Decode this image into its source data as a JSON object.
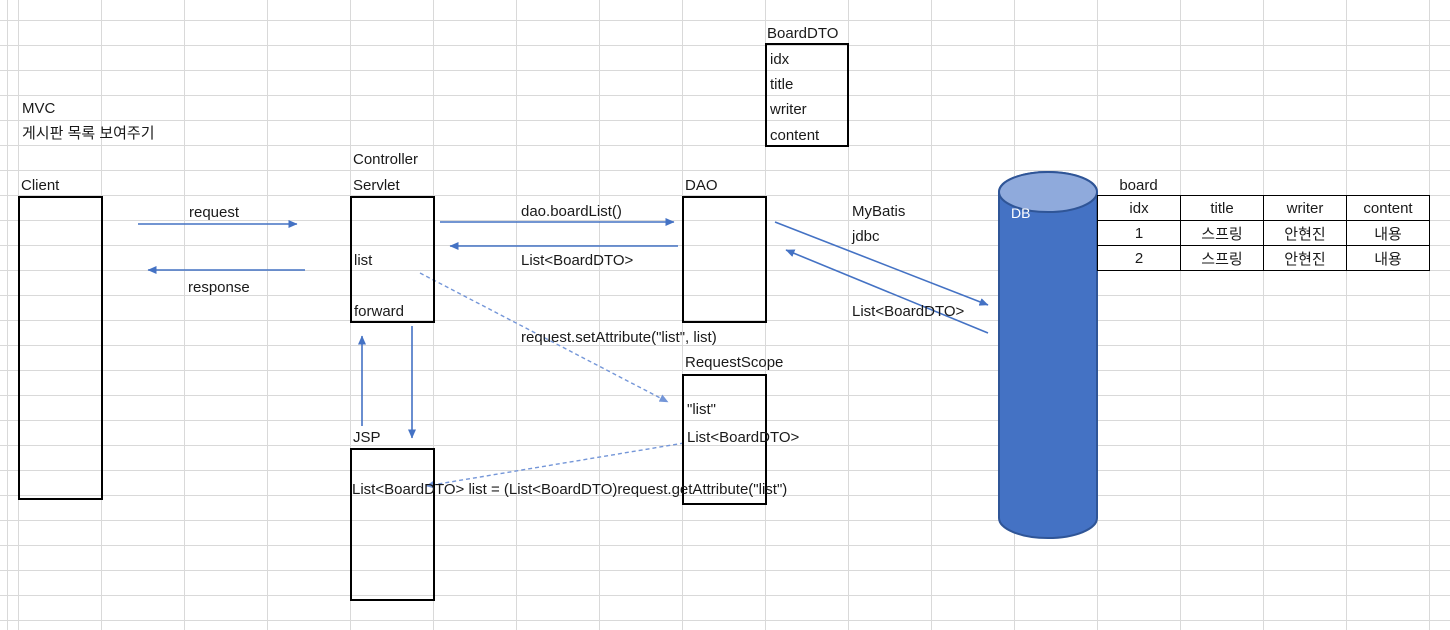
{
  "title": {
    "line1": "MVC",
    "line2": "게시판 목록 보여주기"
  },
  "nodes": {
    "client": {
      "label": "Client"
    },
    "controller": {
      "label_line1": "Controller",
      "label_line2": "Servlet",
      "item_list": "list",
      "item_forward": "forward"
    },
    "dao": {
      "label": "DAO"
    },
    "board_dto": {
      "label": "BoardDTO",
      "fields": [
        "idx",
        "title",
        "writer",
        "content"
      ]
    },
    "request_scope": {
      "label": "RequestScope",
      "key": "\"list\"",
      "value": "List<BoardDTO>"
    },
    "jsp": {
      "label": "JSP"
    },
    "db": {
      "label": "DB"
    }
  },
  "arrows": {
    "request": "request",
    "response": "response",
    "dao_call": "dao.boardList()",
    "dao_return": "List<BoardDTO>",
    "db_tech_line1": "MyBatis",
    "db_tech_line2": "jdbc",
    "db_return": "List<BoardDTO>",
    "set_attribute": "request.setAttribute(\"list\", list)",
    "get_attribute": "List<BoardDTO> list = (List<BoardDTO)request.getAttribute(\"list\")"
  },
  "board_table": {
    "title": "board",
    "headers": [
      "idx",
      "title",
      "writer",
      "content"
    ],
    "rows": [
      [
        "1",
        "스프링",
        "안현진",
        "내용"
      ],
      [
        "2",
        "스프링",
        "안현진",
        "내용"
      ]
    ]
  },
  "colors": {
    "arrow_solid": "#4472C4",
    "arrow_dashed": "#7496D8",
    "db_body_fill": "#4472C4",
    "db_top_fill": "#8FAADC",
    "db_stroke": "#2F5597",
    "grid_line": "#D9D9D9",
    "box_border": "#000000"
  }
}
